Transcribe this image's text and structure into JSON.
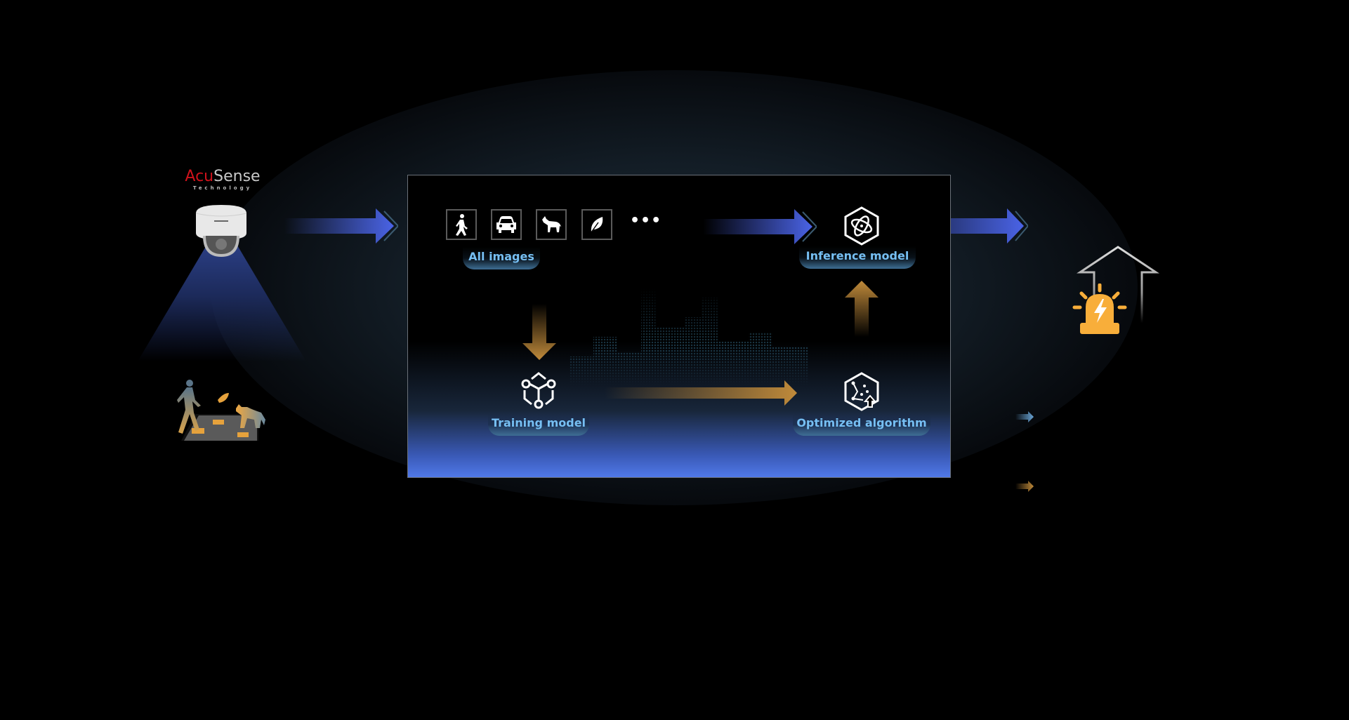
{
  "logo": {
    "brand_part1": "Acu",
    "brand_part2": "Sense",
    "subtitle": "Technology"
  },
  "panel": {
    "image_categories": [
      "pedestrian",
      "vehicle",
      "dog",
      "leaf"
    ],
    "more_indicator": "•••",
    "labels": {
      "all_images": "All images",
      "inference_model": "Inference model",
      "training_model": "Training model",
      "optimized_algorithm": "Optimized algorithm"
    }
  },
  "colors": {
    "flow_blue": "#4a63e6",
    "flow_orange": "#c08a3a",
    "label_text": "#76bff3",
    "alarm": "#f8ae3a",
    "brand_red": "#d0121b"
  }
}
